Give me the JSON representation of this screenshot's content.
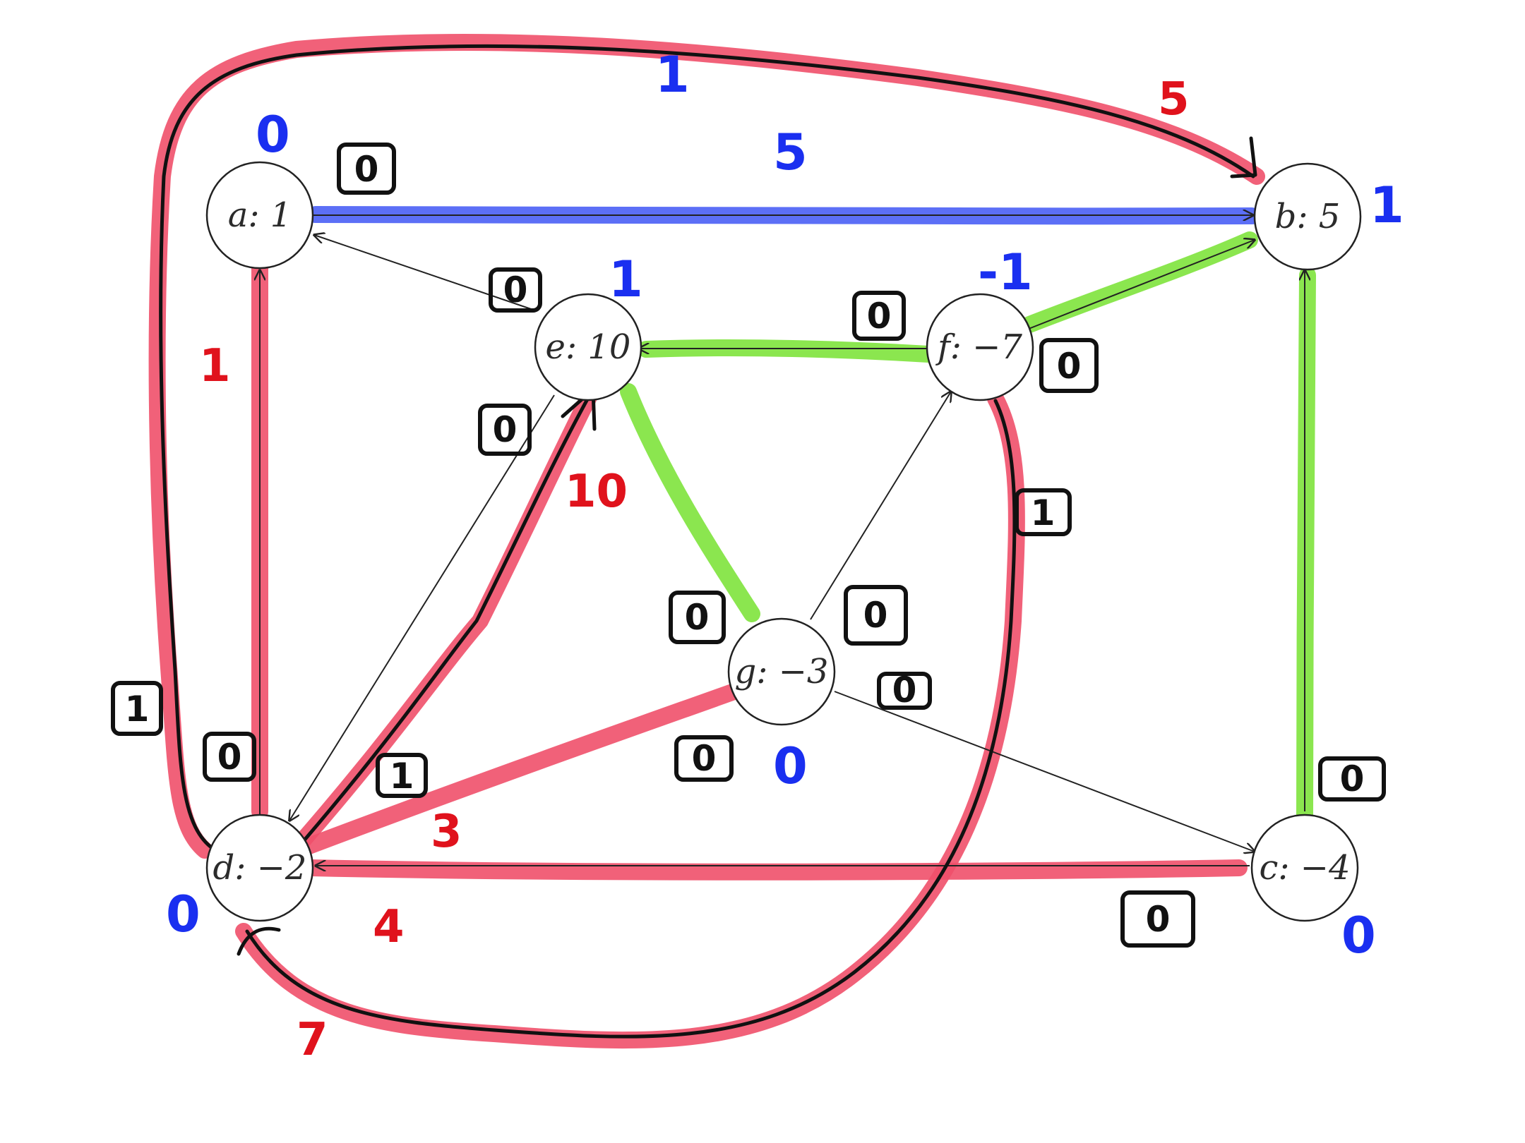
{
  "nodes": [
    {
      "id": "a",
      "label": "a: 1"
    },
    {
      "id": "b",
      "label": "b: 5"
    },
    {
      "id": "c",
      "label": "c: −4"
    },
    {
      "id": "d",
      "label": "d: −2"
    },
    {
      "id": "e",
      "label": "e: 10"
    },
    {
      "id": "f",
      "label": "f: −7"
    },
    {
      "id": "g",
      "label": "g: −3"
    }
  ],
  "potentials": {
    "a": "0",
    "b": "1",
    "c": "0",
    "d": "0",
    "e": "1",
    "f": "-1",
    "g": "0"
  },
  "edge_costs": {
    "d_a": "1",
    "d_b": "5",
    "d_e": "10",
    "d_g": "3",
    "d_c": "4",
    "f_d": "7"
  },
  "boxed": {
    "a": "0",
    "ea": "0",
    "ed": "0",
    "fe": "0",
    "fb": "0",
    "fd": "1",
    "ge": "0",
    "gf": "0",
    "gc": "0",
    "gd": "0",
    "da": "0",
    "dd": "1",
    "db": "1",
    "bc": "0",
    "dc": "0"
  },
  "annotations": {
    "top_flow": "1",
    "ab_cost": "5"
  },
  "colors": {
    "red": "#f0506a",
    "green": "#7ee33c",
    "blue": "#4a5ff5",
    "black": "#111111"
  }
}
